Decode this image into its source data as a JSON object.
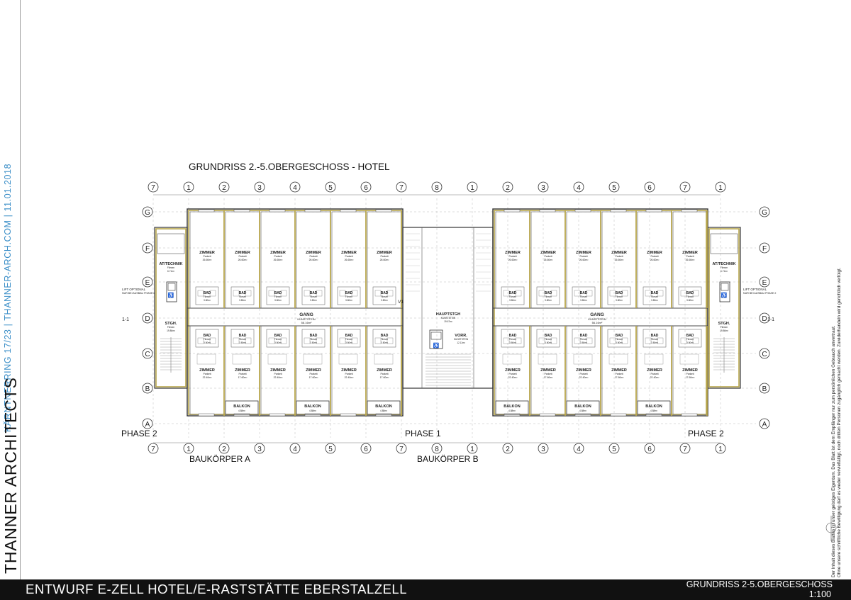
{
  "sidebar": {
    "address": "KÄRNTNERRING 17/23 | THANNER-ARCH.COM | 11.01.2018",
    "brand": "THANNER ARCHITECTS"
  },
  "drawing": {
    "title": "GRUNDRISS 2.-5.OBERGESCHOSS - HOTEL",
    "top_axis": [
      "7",
      "1",
      "2",
      "3",
      "4",
      "5",
      "6",
      "7",
      "8",
      "1",
      "2",
      "3",
      "4",
      "5",
      "6",
      "7",
      "1"
    ],
    "bottom_axis": [
      "7",
      "1",
      "2",
      "3",
      "4",
      "5",
      "6",
      "7",
      "8",
      "1",
      "2",
      "3",
      "4",
      "5",
      "6",
      "7",
      "1"
    ],
    "row_axis": [
      "G",
      "F",
      "E",
      "D",
      "C",
      "B",
      "A"
    ],
    "phase_left": "PHASE 2",
    "phase_center": "PHASE 1",
    "phase_right": "PHASE 2",
    "body_a": "BAUKÖRPER A",
    "body_b": "BAUKÖRPER B",
    "section_mark": "1-1",
    "rooms": {
      "zimmer": "ZIMMER",
      "parkett": "Parkett",
      "top_area": "26.60m²",
      "bottom_area_a": "22.40m²",
      "bottom_area_b": "17.60m²",
      "bad": "BAD",
      "fliesen": "Fliesen",
      "bad_area": "3.80m²",
      "gang": "GANG",
      "gang_sub": "KUNSTSTEIN",
      "gang_area": "56.16m²",
      "stgh": "STGH.",
      "stgh_sub": "Fliesen",
      "stgh_area": "19.86m²",
      "technik": "AT/TECHNIK",
      "technik_sub": "Fliesen",
      "technik_area": "6.71m²",
      "lift": "LIFT OPTIONAL",
      "lift_sub": "NUR BEI AUSBAU PHASE 2",
      "haupt": "HAUPTSTGH",
      "haupt_sub": "KUNSTSTEIN",
      "haupt_area": "19.67m²",
      "vorr": "VORR.",
      "vorr_sub": "KUNSTSTEIN",
      "vorr_area": "12.11m²",
      "balkon": "BALKON",
      "balkon_area": "4.88m²",
      "v1": "V1"
    }
  },
  "disclaimer": {
    "line1": "Der Inhalt dieses Blattes ist unser geistiges Eigentum. Das Blatt ist dem Empfänger nur zum persönlichen Gebrauch anvertraut.",
    "line2": "Ohne unsere schriftliche Bewilligung darf es weder vervielfältigt, noch dritten Personen zugänglich gemacht werden. Zuwiderhandeln wird gerichtlich verfolgt."
  },
  "footer": {
    "project": "ENTWURF E-ZELL HOTEL/E-RASTSTÄTTE EBERSTALZELL",
    "sheet": "GRUNDRISS 2-5.OBERGESCHOSS",
    "scale": "1:100"
  }
}
